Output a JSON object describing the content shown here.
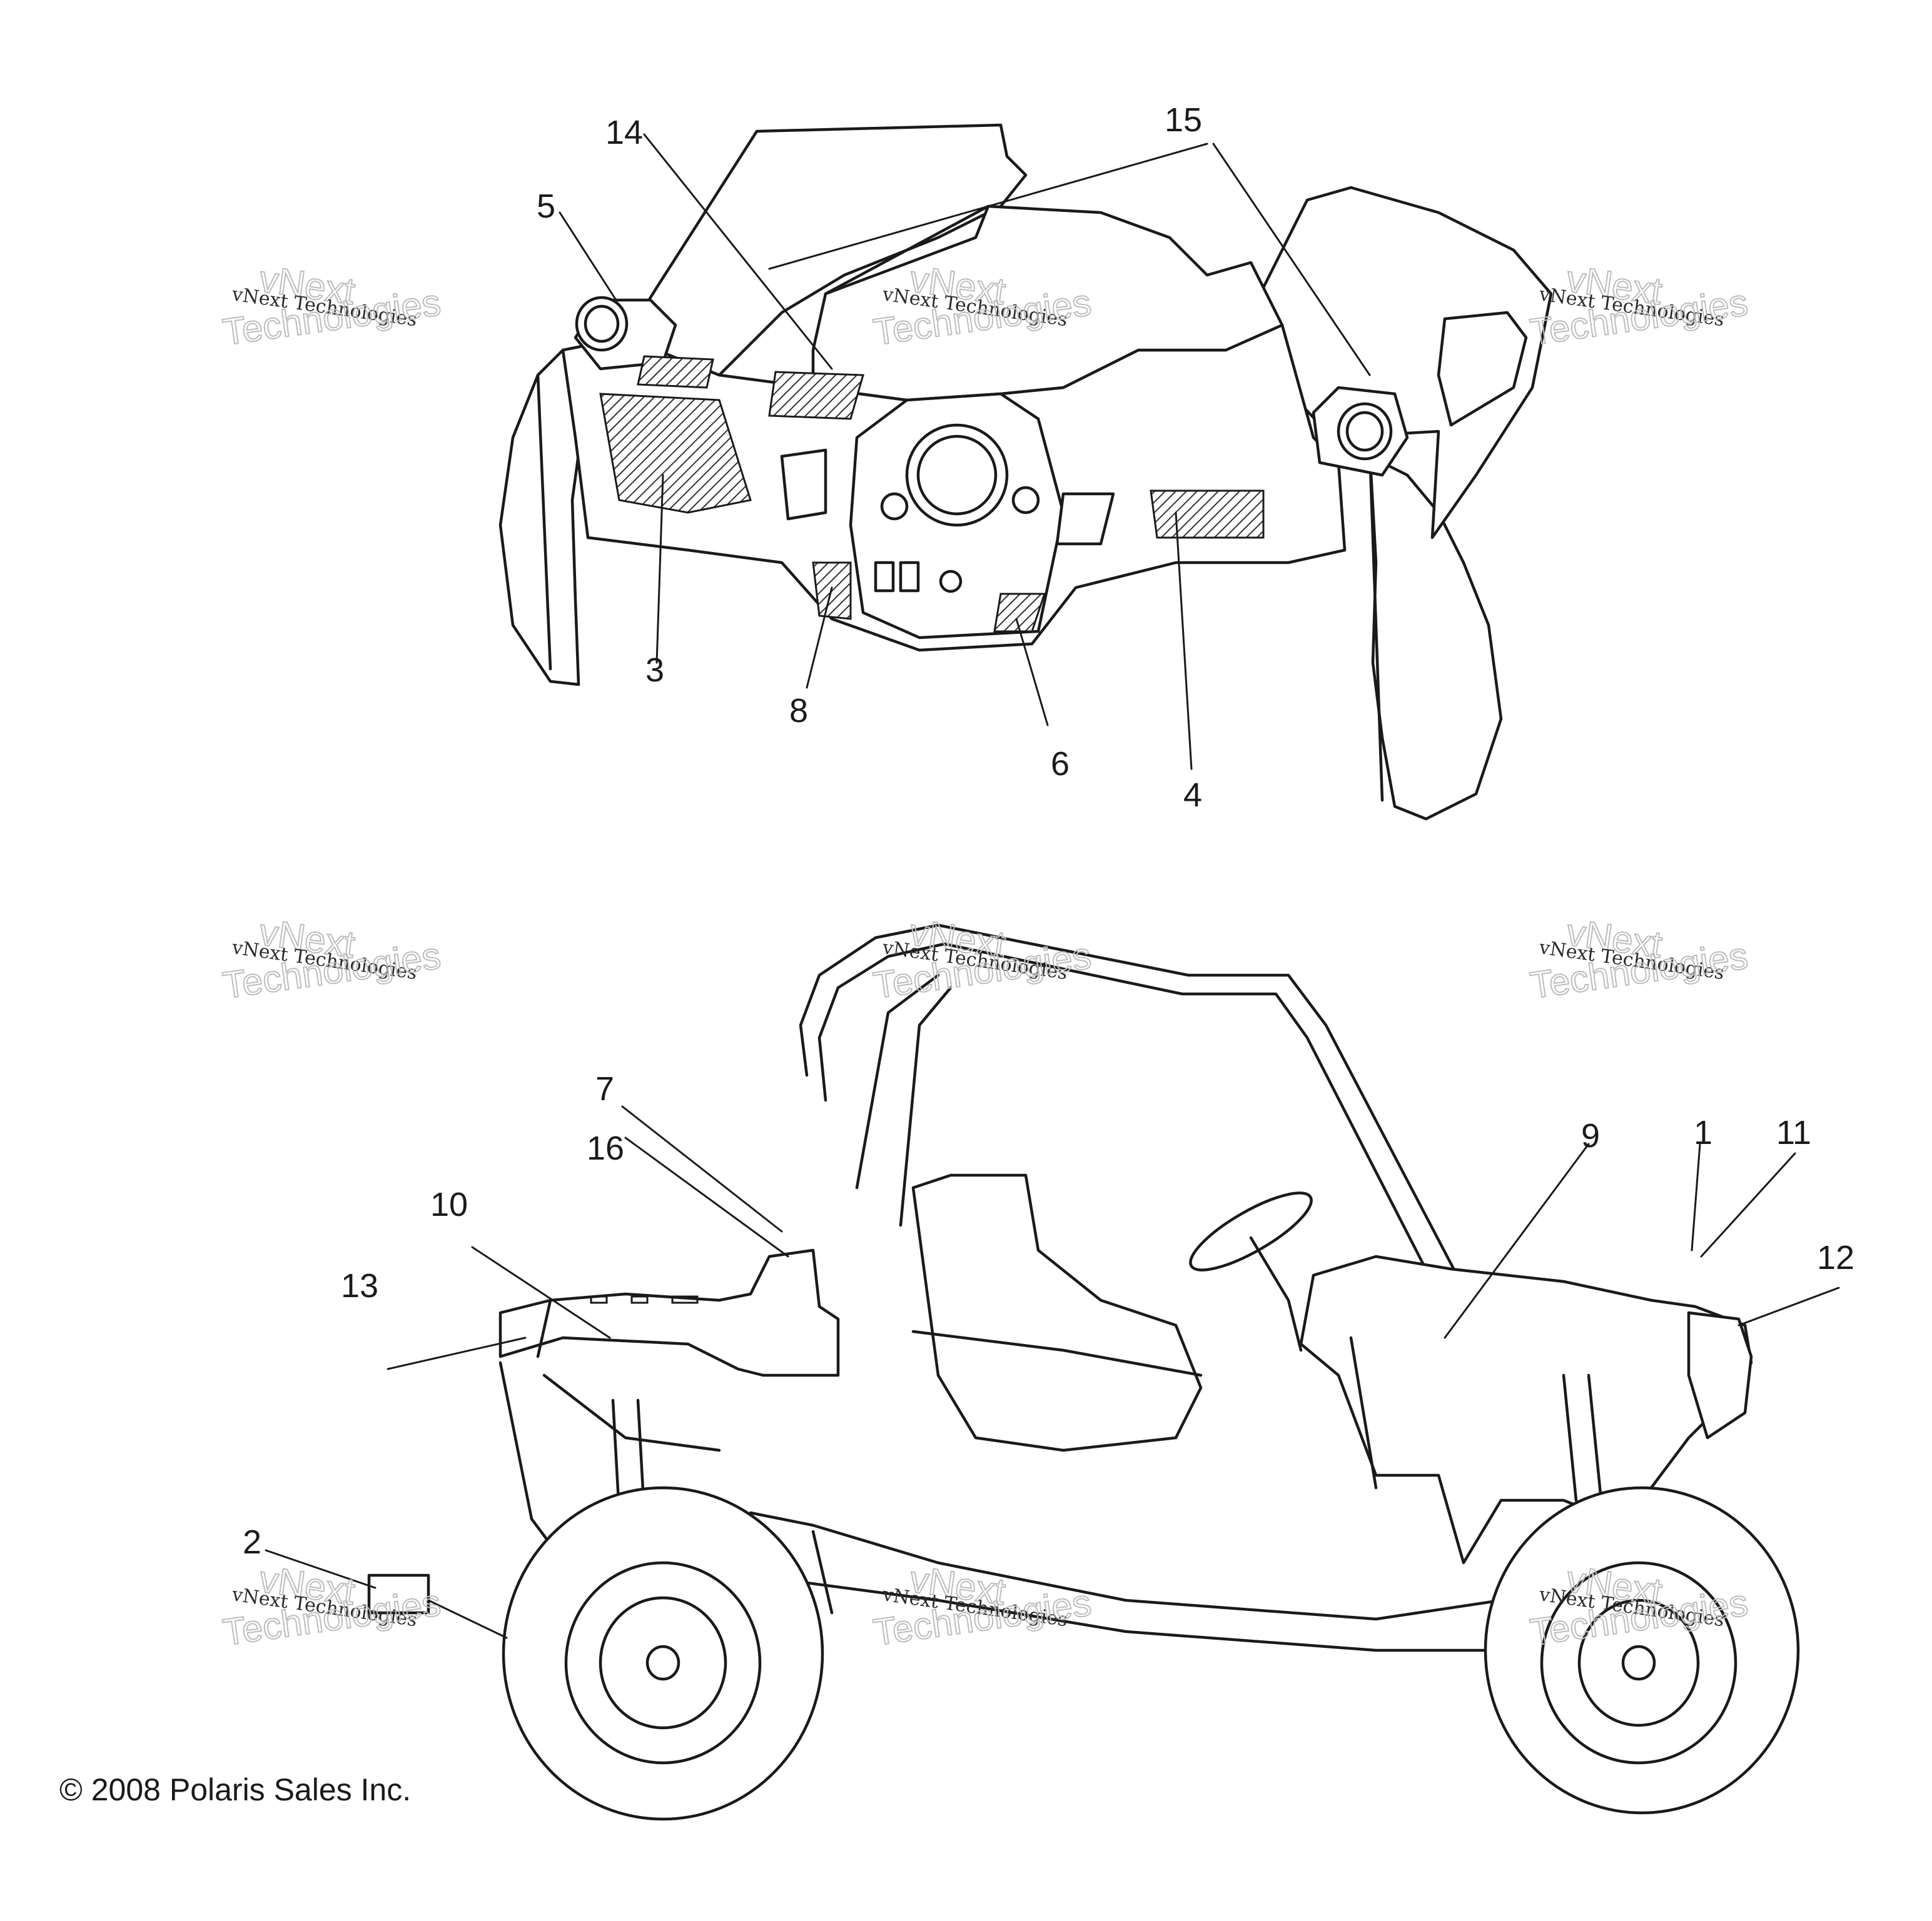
{
  "diagram": {
    "callouts": [
      {
        "id": "c1",
        "label": "1"
      },
      {
        "id": "c2",
        "label": "2"
      },
      {
        "id": "c3",
        "label": "3"
      },
      {
        "id": "c4",
        "label": "4"
      },
      {
        "id": "c5",
        "label": "5"
      },
      {
        "id": "c6",
        "label": "6"
      },
      {
        "id": "c7",
        "label": "7"
      },
      {
        "id": "c8",
        "label": "8"
      },
      {
        "id": "c9",
        "label": "9"
      },
      {
        "id": "c10",
        "label": "10"
      },
      {
        "id": "c11",
        "label": "11"
      },
      {
        "id": "c12",
        "label": "12"
      },
      {
        "id": "c13",
        "label": "13"
      },
      {
        "id": "c14",
        "label": "14"
      },
      {
        "id": "c15",
        "label": "15"
      },
      {
        "id": "c16",
        "label": "16"
      }
    ],
    "watermark": {
      "line1": "vNext Technologies",
      "line2": "vNext",
      "line3": "Technologies"
    },
    "copyright": "© 2008 Polaris Sales Inc."
  }
}
